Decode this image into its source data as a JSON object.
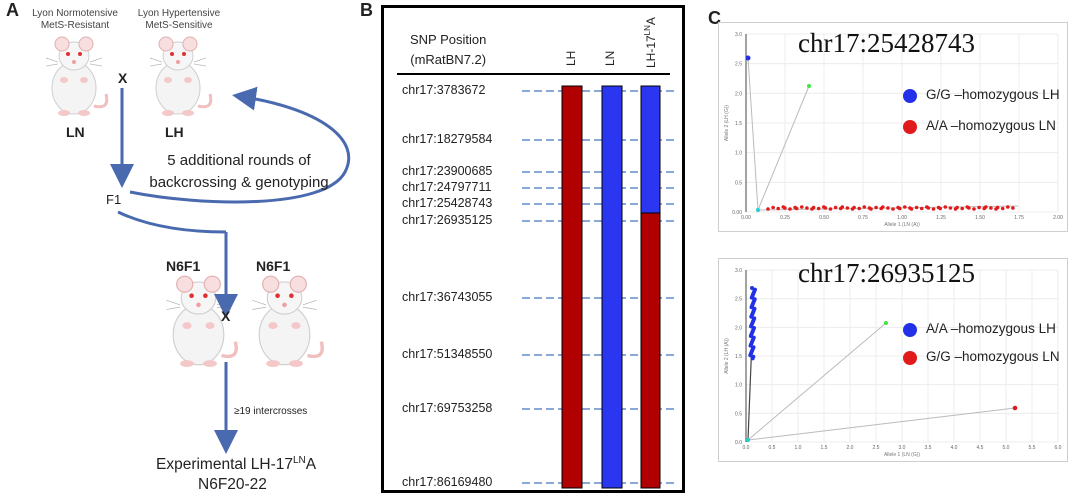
{
  "panel_a": {
    "letter": "A",
    "lyon_normo": [
      "Lyon Normotensive",
      "MetS-Resistant"
    ],
    "lyon_hyper": [
      "Lyon Hypertensive",
      "MetS-Sensitive"
    ],
    "cross_x": "X",
    "ln": "LN",
    "lh": "LH",
    "backcross": [
      "5 additional rounds of",
      "backcrossing & genotyping"
    ],
    "f1": "F1",
    "n6f1_left": "N6F1",
    "n6f1_right": "N6F1",
    "cross_x2": "X",
    "intercross": "≥19 intercrosses",
    "experimental_pre": "Experimental LH-17",
    "experimental_sup": "LN",
    "experimental_post": "A",
    "generation": "N6F20-22"
  },
  "panel_b": {
    "letter": "B",
    "header": [
      "SNP Position",
      "(mRatBN7.2)"
    ],
    "columns": [
      {
        "label": "LH",
        "sup": "",
        "tail": ""
      },
      {
        "label": "LN",
        "sup": "",
        "tail": ""
      },
      {
        "label": "LH-17",
        "sup": "LN",
        "tail": "A"
      }
    ],
    "snps": [
      "chr17:3783672",
      "chr17:18279584",
      "chr17:23900685",
      "chr17:24797711",
      "chr17:25428743",
      "chr17:26935125",
      "chr17:36743055",
      "chr17:51348550",
      "chr17:69753258",
      "chr17:86169480"
    ],
    "colors": {
      "lh": "#b00000",
      "ln": "#2a36f0"
    }
  },
  "panel_c": {
    "letter": "C",
    "plots": [
      {
        "title": "chr17:25428743",
        "legend": [
          {
            "label": "G/G –homozygous LH",
            "color": "#2230e8"
          },
          {
            "label": "A/A –homozygous LN",
            "color": "#e11b1b"
          }
        ],
        "ylabel": "Allele 2 (LH (G))",
        "xlabel": "Allele 1 (LN (A))",
        "yticks": [
          "0.00",
          "0.5",
          "1.0",
          "1.5",
          "2.0",
          "2.5",
          "3.0"
        ],
        "xticks": [
          "0.00",
          "0.25",
          "0.50",
          "0.75",
          "1.00",
          "1.25",
          "1.50",
          "1.75",
          "2.00"
        ]
      },
      {
        "title": "chr17:26935125",
        "legend": [
          {
            "label": "A/A –homozygous LH",
            "color": "#2230e8"
          },
          {
            "label": "G/G –homozygous LN",
            "color": "#e11b1b"
          }
        ],
        "ylabel": "Allele 2 (LH (A))",
        "xlabel": "Allele 1 (LN (G))",
        "yticks": [
          "0.0",
          "0.5",
          "1.0",
          "1.5",
          "2.0",
          "2.5",
          "3.0"
        ],
        "xticks": [
          "0.0",
          "0.5",
          "1.0",
          "1.5",
          "2.0",
          "2.5",
          "3.0",
          "3.5",
          "4.0",
          "4.5",
          "5.0",
          "5.5",
          "6.0"
        ]
      }
    ]
  }
}
